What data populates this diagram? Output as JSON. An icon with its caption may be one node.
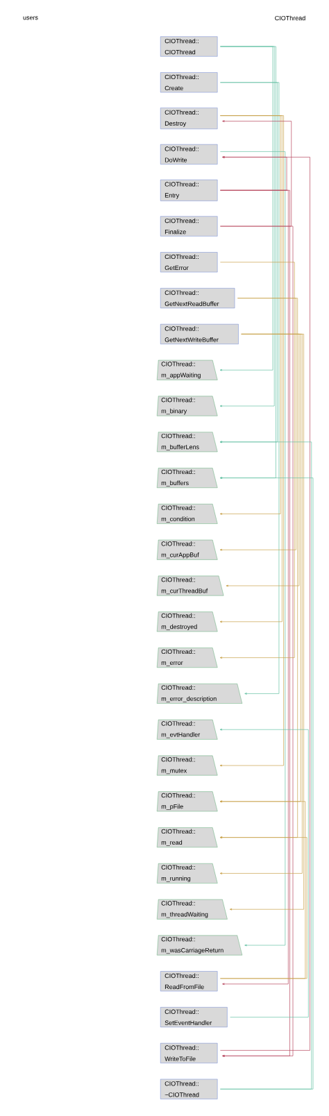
{
  "diagram": {
    "nodes": [
      {
        "text": [
          "CIOThread:: CIOThread"
        ]
      },
      {
        "text": [
          "CIOThread:: Create"
        ]
      },
      {
        "text": [
          "CIOThread:: Destroy"
        ]
      },
      {
        "text": [
          "CIOThread:: DoWrite"
        ]
      },
      {
        "text": [
          "CIOThread:: Entry"
        ]
      },
      {
        "text": [
          "CIOThread:: Finalize"
        ]
      },
      {
        "text": [
          "CIOThread:: GetError"
        ]
      },
      {
        "text": [
          "CIOThread:: GetNextReadBuffer"
        ]
      },
      {
        "text": [
          "CIOThread:: GetNextWriteBuffer"
        ]
      },
      {
        "text": [
          "CIOThread:: m_appWaiting"
        ]
      },
      {
        "text": [
          "CIOThread:: m_binary"
        ]
      },
      {
        "text": [
          "CIOThread:: m_bufferLens"
        ]
      },
      {
        "text": [
          "CIOThread:: m_buffers"
        ]
      },
      {
        "text": [
          "CIOThread:: m_condition"
        ]
      },
      {
        "text": [
          "CIOThread:: m_curAppBuf"
        ]
      },
      {
        "text": [
          "CIOThread:: m_curThreadBuf"
        ]
      },
      {
        "text": [
          "CIOThread:: m_destroyed"
        ]
      },
      {
        "text": [
          "CIOThread:: m_error"
        ]
      },
      {
        "text": [
          "CIOThread:: m_error_description"
        ]
      },
      {
        "text": [
          "CIOThread:: m_evtHandler"
        ]
      },
      {
        "text": [
          "CIOThread:: m_mutex"
        ]
      },
      {
        "text": [
          "CIOThread:: m_pFile"
        ]
      },
      {
        "text": [
          "CIOThread:: m_read"
        ]
      },
      {
        "text": [
          "CIOThread:: m_running"
        ]
      },
      {
        "text": [
          "CIOThread:: m_threadWaiting"
        ]
      },
      {
        "text": [
          "CIOThread:: m_wasCarriageReturn"
        ]
      },
      {
        "text": [
          "CIOThread:: ReadFromFile"
        ]
      },
      {
        "text": [
          "CIOThread:: SetEventHandler"
        ]
      },
      {
        "text": [
          "CIOThread:: WriteToFile"
        ]
      },
      {
        "text": [
          "CIOThread:: ~CIOThread"
        ]
      }
    ],
    "edges": [
      {
        "from": 0,
        "to": 9,
        "arrow": "to",
        "color": "#66c2a5"
      },
      {
        "from": 0,
        "to": 10,
        "arrow": "to",
        "color": "#66c2a5"
      },
      {
        "from": 0,
        "to": 12,
        "arrow": "to",
        "color": "#66c2a5"
      },
      {
        "from": 1,
        "to": 11,
        "arrow": "to",
        "color": "#66c2a5"
      },
      {
        "from": 1,
        "to": 18,
        "arrow": "to",
        "color": "#66c2a5"
      },
      {
        "from": 2,
        "to": 13,
        "arrow": "to"
      },
      {
        "from": 2,
        "to": 16,
        "arrow": "to"
      },
      {
        "from": 2,
        "to": 20,
        "arrow": "to"
      },
      {
        "from": 3,
        "to": 25,
        "arrow": "to",
        "color": "#66c2a5"
      },
      {
        "from": 4,
        "to": 3,
        "arrow": "to",
        "color": "#b8485e"
      },
      {
        "from": 4,
        "to": 26,
        "arrow": "to",
        "color": "#b8485e"
      },
      {
        "from": 4,
        "to": 28,
        "arrow": "to",
        "color": "#b8485e"
      },
      {
        "from": 5,
        "to": 2,
        "arrow": "to",
        "color": "#b8485e"
      },
      {
        "from": 5,
        "to": 28,
        "arrow": "to",
        "color": "#b8485e"
      },
      {
        "from": 6,
        "to": 17,
        "arrow": "to"
      },
      {
        "from": 7,
        "to": 14,
        "arrow": "to"
      },
      {
        "from": 7,
        "to": 22,
        "arrow": "to"
      },
      {
        "from": 8,
        "to": 15,
        "arrow": "to"
      },
      {
        "from": 8,
        "to": 21,
        "arrow": "to"
      },
      {
        "from": 8,
        "to": 23,
        "arrow": "to"
      },
      {
        "from": 8,
        "to": 24,
        "arrow": "to"
      },
      {
        "from": 26,
        "to": 21,
        "arrow": "to"
      },
      {
        "from": 26,
        "to": 22,
        "arrow": "to"
      },
      {
        "from": 27,
        "to": 19,
        "arrow": "to",
        "color": "#66c2a5"
      },
      {
        "from": 28,
        "to": 3,
        "arrow": "to",
        "color": "#b8485e"
      },
      {
        "from": 29,
        "to": 11,
        "arrow": "to",
        "color": "#66c2a5"
      },
      {
        "from": 29,
        "to": 12,
        "arrow": "to",
        "color": "#66c2a5"
      }
    ],
    "labels": [
      "users",
      "CIOThread"
    ]
  }
}
